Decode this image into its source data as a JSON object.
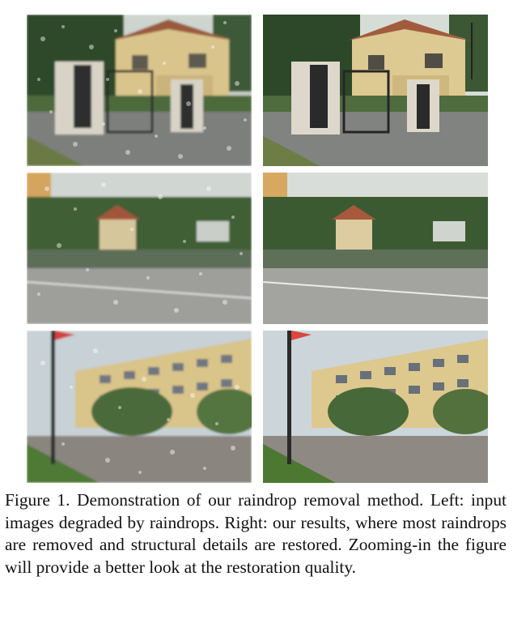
{
  "figure": {
    "panels": [
      {
        "scene": "house-with-gate",
        "variant": "input-with-raindrops"
      },
      {
        "scene": "house-with-gate",
        "variant": "restored-result"
      },
      {
        "scene": "building-entrance-road",
        "variant": "input-with-raindrops"
      },
      {
        "scene": "building-entrance-road",
        "variant": "restored-result"
      },
      {
        "scene": "apartment-street",
        "variant": "input-with-raindrops"
      },
      {
        "scene": "apartment-street",
        "variant": "restored-result"
      }
    ]
  },
  "caption": {
    "label": "Figure 1.",
    "text": "Demonstration of our raindrop removal method. Left: input images degraded by raindrops. Right: our results, where most raindrops are removed and structural details are restored. Zooming-in the figure will provide a better look at the restoration quality."
  }
}
